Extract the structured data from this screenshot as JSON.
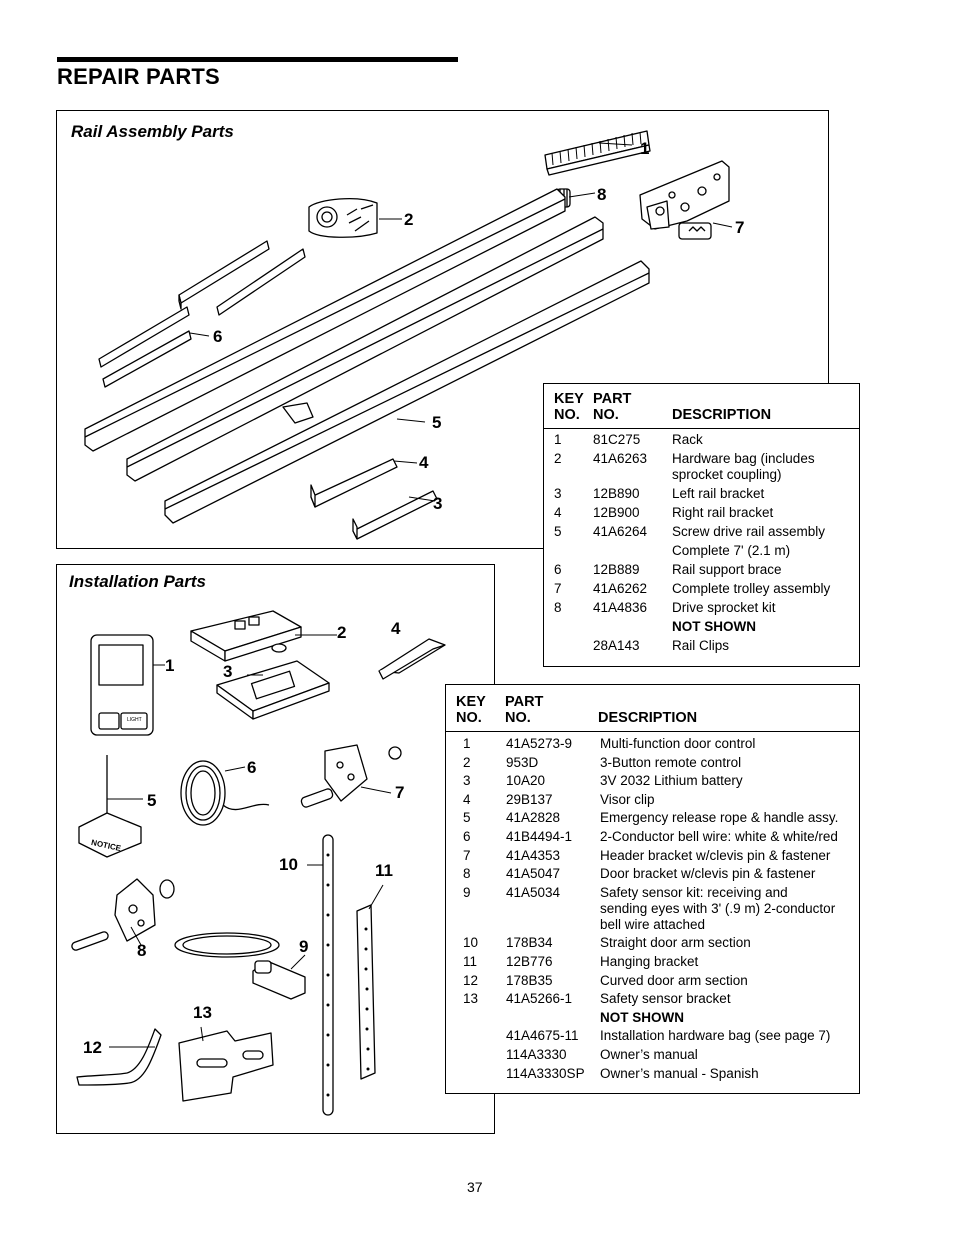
{
  "page": {
    "title": "REPAIR PARTS",
    "page_number": "37"
  },
  "rail_assembly": {
    "title": "Rail Assembly Parts",
    "callouts": [
      "1",
      "2",
      "3",
      "4",
      "5",
      "6",
      "7",
      "8"
    ],
    "table": {
      "headers": {
        "key_top": "KEY",
        "key_bottom": "NO.",
        "part_top": "PART",
        "part_bottom": "NO.",
        "description": "DESCRIPTION"
      },
      "rows": [
        {
          "key": "1",
          "part": "81C275",
          "desc": "Rack"
        },
        {
          "key": "2",
          "part": "41A6263",
          "desc": "Hardware bag (includes",
          "desc2": "sprocket coupling)"
        },
        {
          "key": "3",
          "part": "12B890",
          "desc": "Left rail bracket"
        },
        {
          "key": "4",
          "part": "12B900",
          "desc": "Right rail bracket"
        },
        {
          "key": "5",
          "part": "41A6264",
          "desc": "Screw drive rail assembly"
        },
        {
          "key": "",
          "part": "",
          "desc": "Complete 7' (2.1 m)"
        },
        {
          "key": "6",
          "part": "12B889",
          "desc": "Rail support brace"
        },
        {
          "key": "7",
          "part": "41A6262",
          "desc": "Complete trolley assembly"
        },
        {
          "key": "8",
          "part": "41A4836",
          "desc": "Drive sprocket kit"
        },
        {
          "key": "",
          "part": "",
          "desc": "NOT SHOWN",
          "bold": true
        },
        {
          "key": "",
          "part": "28A143",
          "desc": "Rail Clips"
        }
      ]
    }
  },
  "installation": {
    "title": "Installation Parts",
    "callouts": [
      "1",
      "2",
      "3",
      "4",
      "5",
      "6",
      "7",
      "8",
      "9",
      "10",
      "11",
      "12",
      "13"
    ],
    "labels": {
      "notice": "NOTICE",
      "light": "LIGHT"
    },
    "table": {
      "headers": {
        "key_top": "KEY",
        "key_bottom": "NO.",
        "part_top": "PART",
        "part_bottom": "NO.",
        "description": "DESCRIPTION"
      },
      "rows": [
        {
          "key": "1",
          "part": "41A5273-9",
          "desc": "Multi-function door control"
        },
        {
          "key": "2",
          "part": "953D",
          "desc": "3-Button remote control"
        },
        {
          "key": "3",
          "part": "10A20",
          "desc": "3V 2032 Lithium battery"
        },
        {
          "key": "4",
          "part": "29B137",
          "desc": "Visor clip"
        },
        {
          "key": "5",
          "part": "41A2828",
          "desc": "Emergency release rope & handle assy."
        },
        {
          "key": "6",
          "part": "41B4494-1",
          "desc": "2-Conductor bell wire: white & white/red"
        },
        {
          "key": "7",
          "part": "41A4353",
          "desc": "Header bracket w/clevis pin & fastener"
        },
        {
          "key": "8",
          "part": "41A5047",
          "desc": "Door bracket w/clevis pin & fastener"
        },
        {
          "key": "9",
          "part": "41A5034",
          "desc": "Safety sensor kit: receiving and",
          "desc2": "sending eyes with 3' (.9 m) 2-conductor",
          "desc3": "bell wire attached"
        },
        {
          "key": "10",
          "part": "178B34",
          "desc": "Straight door arm section"
        },
        {
          "key": "11",
          "part": "12B776",
          "desc": "Hanging bracket"
        },
        {
          "key": "12",
          "part": "178B35",
          "desc": "Curved door arm section"
        },
        {
          "key": "13",
          "part": "41A5266-1",
          "desc": "Safety sensor bracket"
        },
        {
          "key": "",
          "part": "",
          "desc": "NOT SHOWN",
          "bold": true
        },
        {
          "key": "",
          "part": "41A4675-11",
          "desc": "Installation hardware bag (see page 7)"
        },
        {
          "key": "",
          "part": "114A3330",
          "desc": "Owner’s manual"
        },
        {
          "key": "",
          "part": "114A3330SP",
          "desc": "Owner’s manual - Spanish"
        }
      ]
    }
  }
}
